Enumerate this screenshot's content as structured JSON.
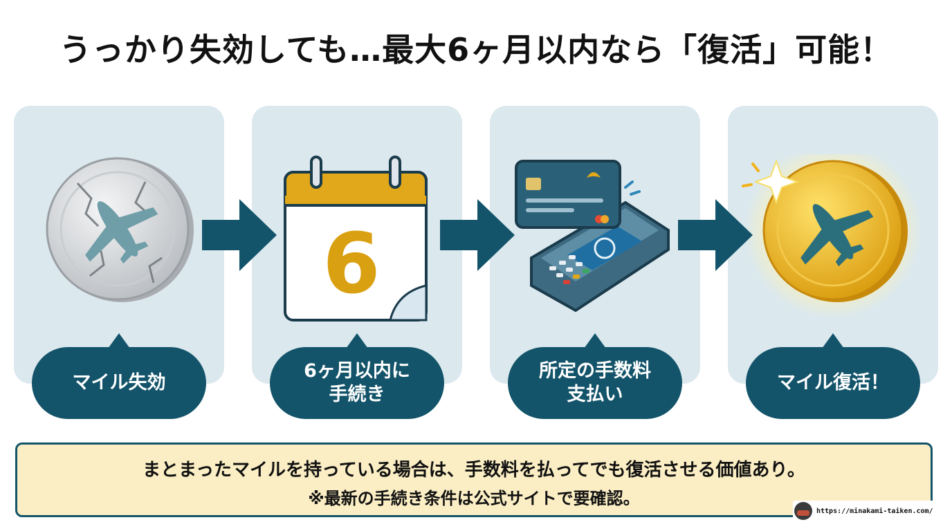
{
  "title": "うっかり失効しても…最大6ヶ月以内なら「復活」可能！",
  "steps": [
    {
      "label": "マイル失効",
      "icon": "cracked-coin-plane-icon"
    },
    {
      "label": "6ヶ月以内に\n手続き",
      "icon": "calendar-icon",
      "calendar_number": "6"
    },
    {
      "label": "所定の手数料\n支払い",
      "icon": "card-payment-terminal-icon"
    },
    {
      "label": "マイル復活！",
      "icon": "golden-coin-plane-icon"
    }
  ],
  "note": {
    "line1": "まとまったマイルを持っている場合は、手数料を払ってでも復活させる価値あり。",
    "line2": "※最新の手続き条件は公式サイトで要確認。"
  },
  "source_url": "https://minakami-taiken.com/",
  "colors": {
    "accent": "#13546a",
    "panel_bg": "#dbe8ee",
    "note_bg": "#fbeec4",
    "gold": "#e0a81a"
  }
}
